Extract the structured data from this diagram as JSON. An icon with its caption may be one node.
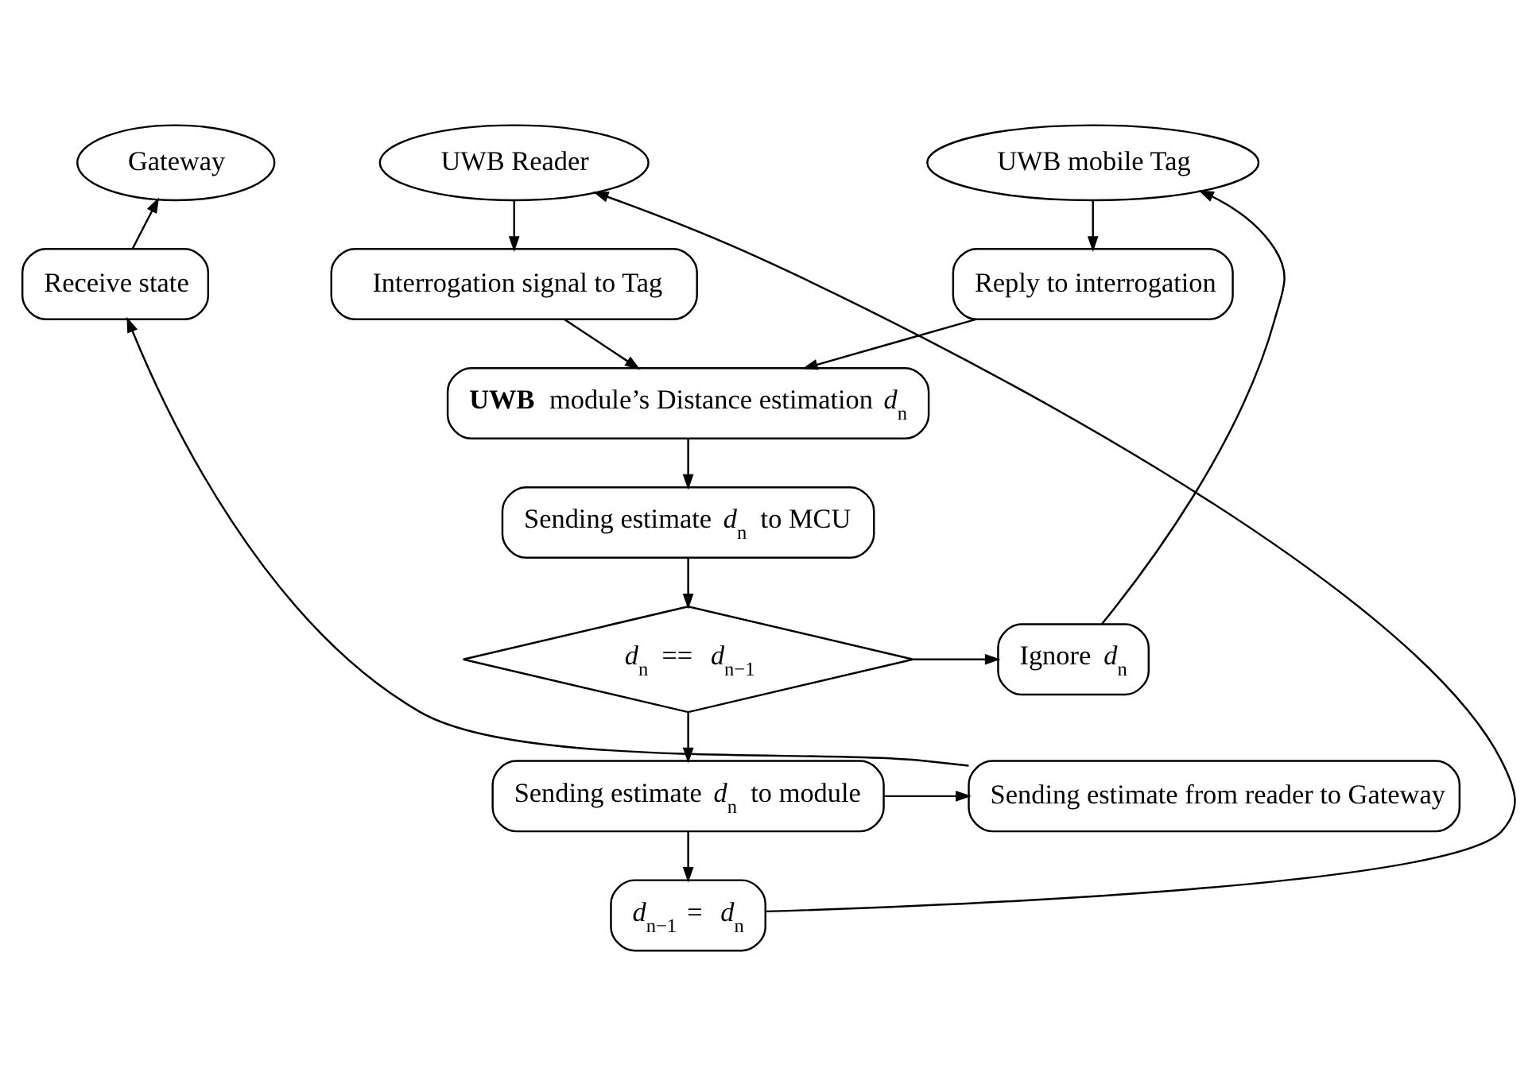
{
  "diagram": {
    "nodes": [
      {
        "text": [
          "Gateway"
        ]
      },
      {
        "text": [
          "UWB Reader"
        ]
      },
      {
        "text": [
          "UWB mobile Tag"
        ]
      },
      {
        "text": [
          "Receive state"
        ]
      },
      {
        "text": [
          "Interrogation signal to Tag"
        ]
      },
      {
        "text": [
          "Reply to interrogation"
        ]
      },
      {
        "text": [
          "**UWB** module’s Distance estimation *d*$_{n}$"
        ]
      },
      {
        "text": [
          "Sending estimate *d*$_{n}$ to MCU"
        ]
      },
      {
        "text": [
          "*d*$_{n}$ == *d*$_{n−1}$"
        ]
      },
      {
        "text": [
          "Ignore *d*$_{n}$"
        ]
      },
      {
        "text": [
          "Sending estimate from reader to Gateway"
        ]
      },
      {
        "text": [
          "Sending estimate *d*$_{n}$ to module"
        ]
      },
      {
        "text": [
          "*d*$_{n−1}$ = *d*$_{n}$"
        ]
      }
    ],
    "edges": [
      {
        "from": 1,
        "to": 4,
        "arrow": "to"
      },
      {
        "from": 4,
        "to": 6,
        "arrow": "to"
      },
      {
        "from": 2,
        "to": 5,
        "arrow": "to"
      },
      {
        "from": 5,
        "to": 6,
        "arrow": "to"
      },
      {
        "from": 6,
        "to": 7,
        "arrow": "to"
      },
      {
        "from": 7,
        "to": 8,
        "arrow": "to"
      },
      {
        "from": 8,
        "to": 9,
        "arrow": "to"
      },
      {
        "from": 8,
        "to": 11,
        "arrow": "to"
      },
      {
        "from": 11,
        "to": 10,
        "arrow": "to"
      },
      {
        "from": 10,
        "to": 3,
        "arrow": "to"
      },
      {
        "from": 3,
        "to": 0,
        "arrow": "to"
      },
      {
        "from": 11,
        "to": 12,
        "arrow": "to"
      },
      {
        "from": 12,
        "to": 1,
        "arrow": "to"
      },
      {
        "from": 9,
        "to": 2,
        "arrow": "to"
      }
    ]
  }
}
